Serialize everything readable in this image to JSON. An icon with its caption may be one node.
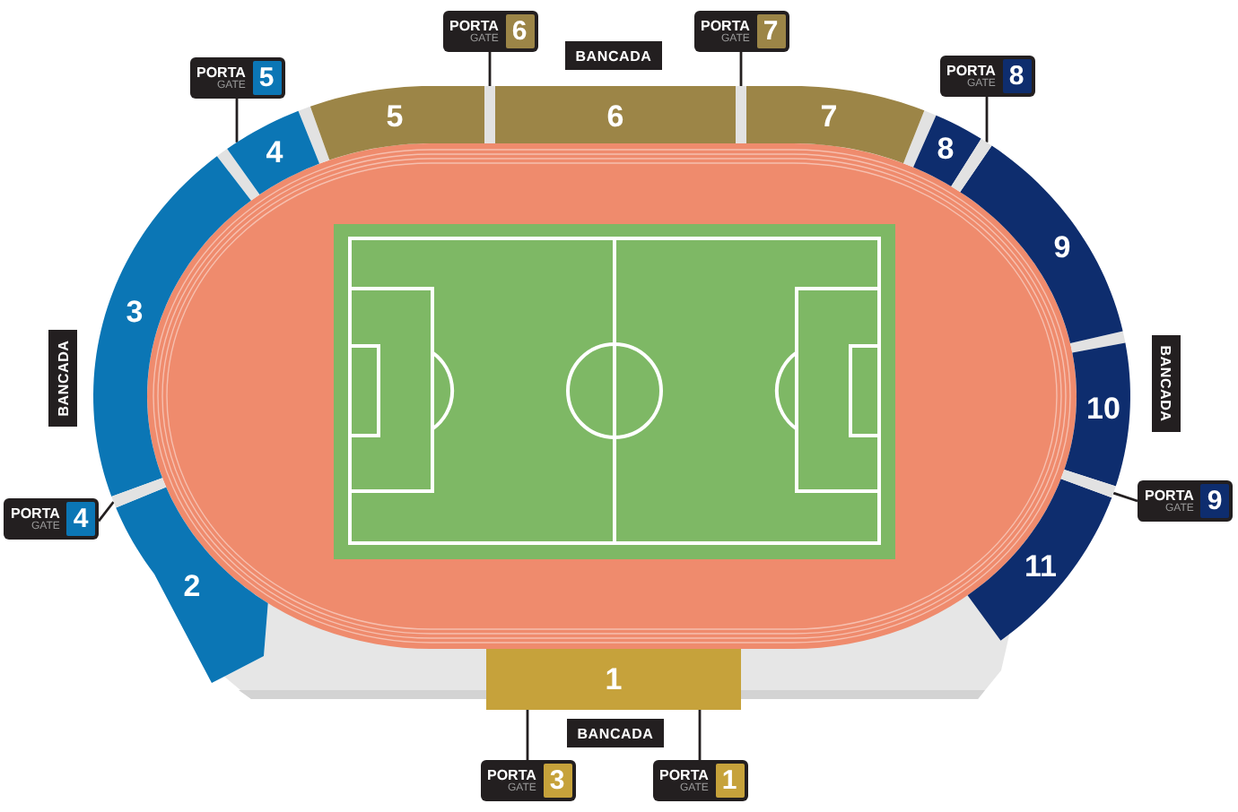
{
  "diagram": {
    "nodes": [
      {
        "text": [
          "PORTA",
          "GATE"
        ]
      },
      {
        "text": [
          "6"
        ],
        "in": 0
      },
      {
        "text": [
          "BANCADA"
        ]
      },
      {
        "text": [
          "PORTA",
          "GATE"
        ]
      },
      {
        "text": [
          "7"
        ],
        "in": 3
      },
      {
        "text": [
          "PORTA",
          "GATE"
        ]
      },
      {
        "text": [
          "5"
        ],
        "in": 5
      },
      {
        "text": [
          "PORTA",
          "GATE"
        ]
      },
      {
        "text": [
          "8"
        ],
        "in": 7
      },
      {
        "text": [
          "5"
        ]
      },
      {
        "text": [
          "6"
        ]
      },
      {
        "text": [
          "7"
        ]
      },
      {
        "text": [
          "4"
        ]
      },
      {
        "text": [
          "8"
        ]
      },
      {
        "text": [
          "9"
        ]
      },
      {
        "text": [
          "3"
        ]
      },
      {
        "text": [
          "BANCADA"
        ]
      },
      {
        "text": [
          "BANCADA"
        ]
      },
      {
        "text": [
          "10"
        ]
      },
      {
        "text": [
          "PORTA",
          "GATE"
        ]
      },
      {
        "text": [
          "4"
        ],
        "in": 19
      },
      {
        "text": [
          "PORTA",
          "GATE"
        ]
      },
      {
        "text": [
          "9"
        ],
        "in": 21
      },
      {
        "text": [
          "2"
        ]
      },
      {
        "text": [
          "11"
        ]
      },
      {
        "text": [
          "1"
        ]
      },
      {
        "text": [
          "BANCADA"
        ]
      },
      {
        "text": [
          "PORTA",
          "GATE"
        ]
      },
      {
        "text": [
          "3"
        ],
        "in": 27
      },
      {
        "text": [
          "PORTA",
          "GATE"
        ]
      },
      {
        "text": [
          "1"
        ],
        "in": 29
      },
      {
        "text": [],
        "shape": "bar"
      },
      {
        "text": [],
        "shape": "bar"
      },
      {
        "text": [],
        "shape": "bar"
      },
      {
        "text": [],
        "shape": "bar"
      },
      {
        "text": [],
        "shape": "bar"
      }
    ],
    "edges": [
      {
        "from": 0,
        "to": 31,
        "arrow": "none"
      },
      {
        "from": 3,
        "to": 32,
        "arrow": "none"
      },
      {
        "from": 5,
        "to": 12,
        "arrow": "none"
      },
      {
        "from": 7,
        "to": 33,
        "arrow": "none"
      },
      {
        "from": 19,
        "to": 34,
        "arrow": "none"
      },
      {
        "from": 21,
        "to": 35,
        "arrow": "none"
      },
      {
        "from": 27,
        "to": 25,
        "arrow": "none"
      },
      {
        "from": 29,
        "to": 25,
        "arrow": "none"
      }
    ]
  }
}
